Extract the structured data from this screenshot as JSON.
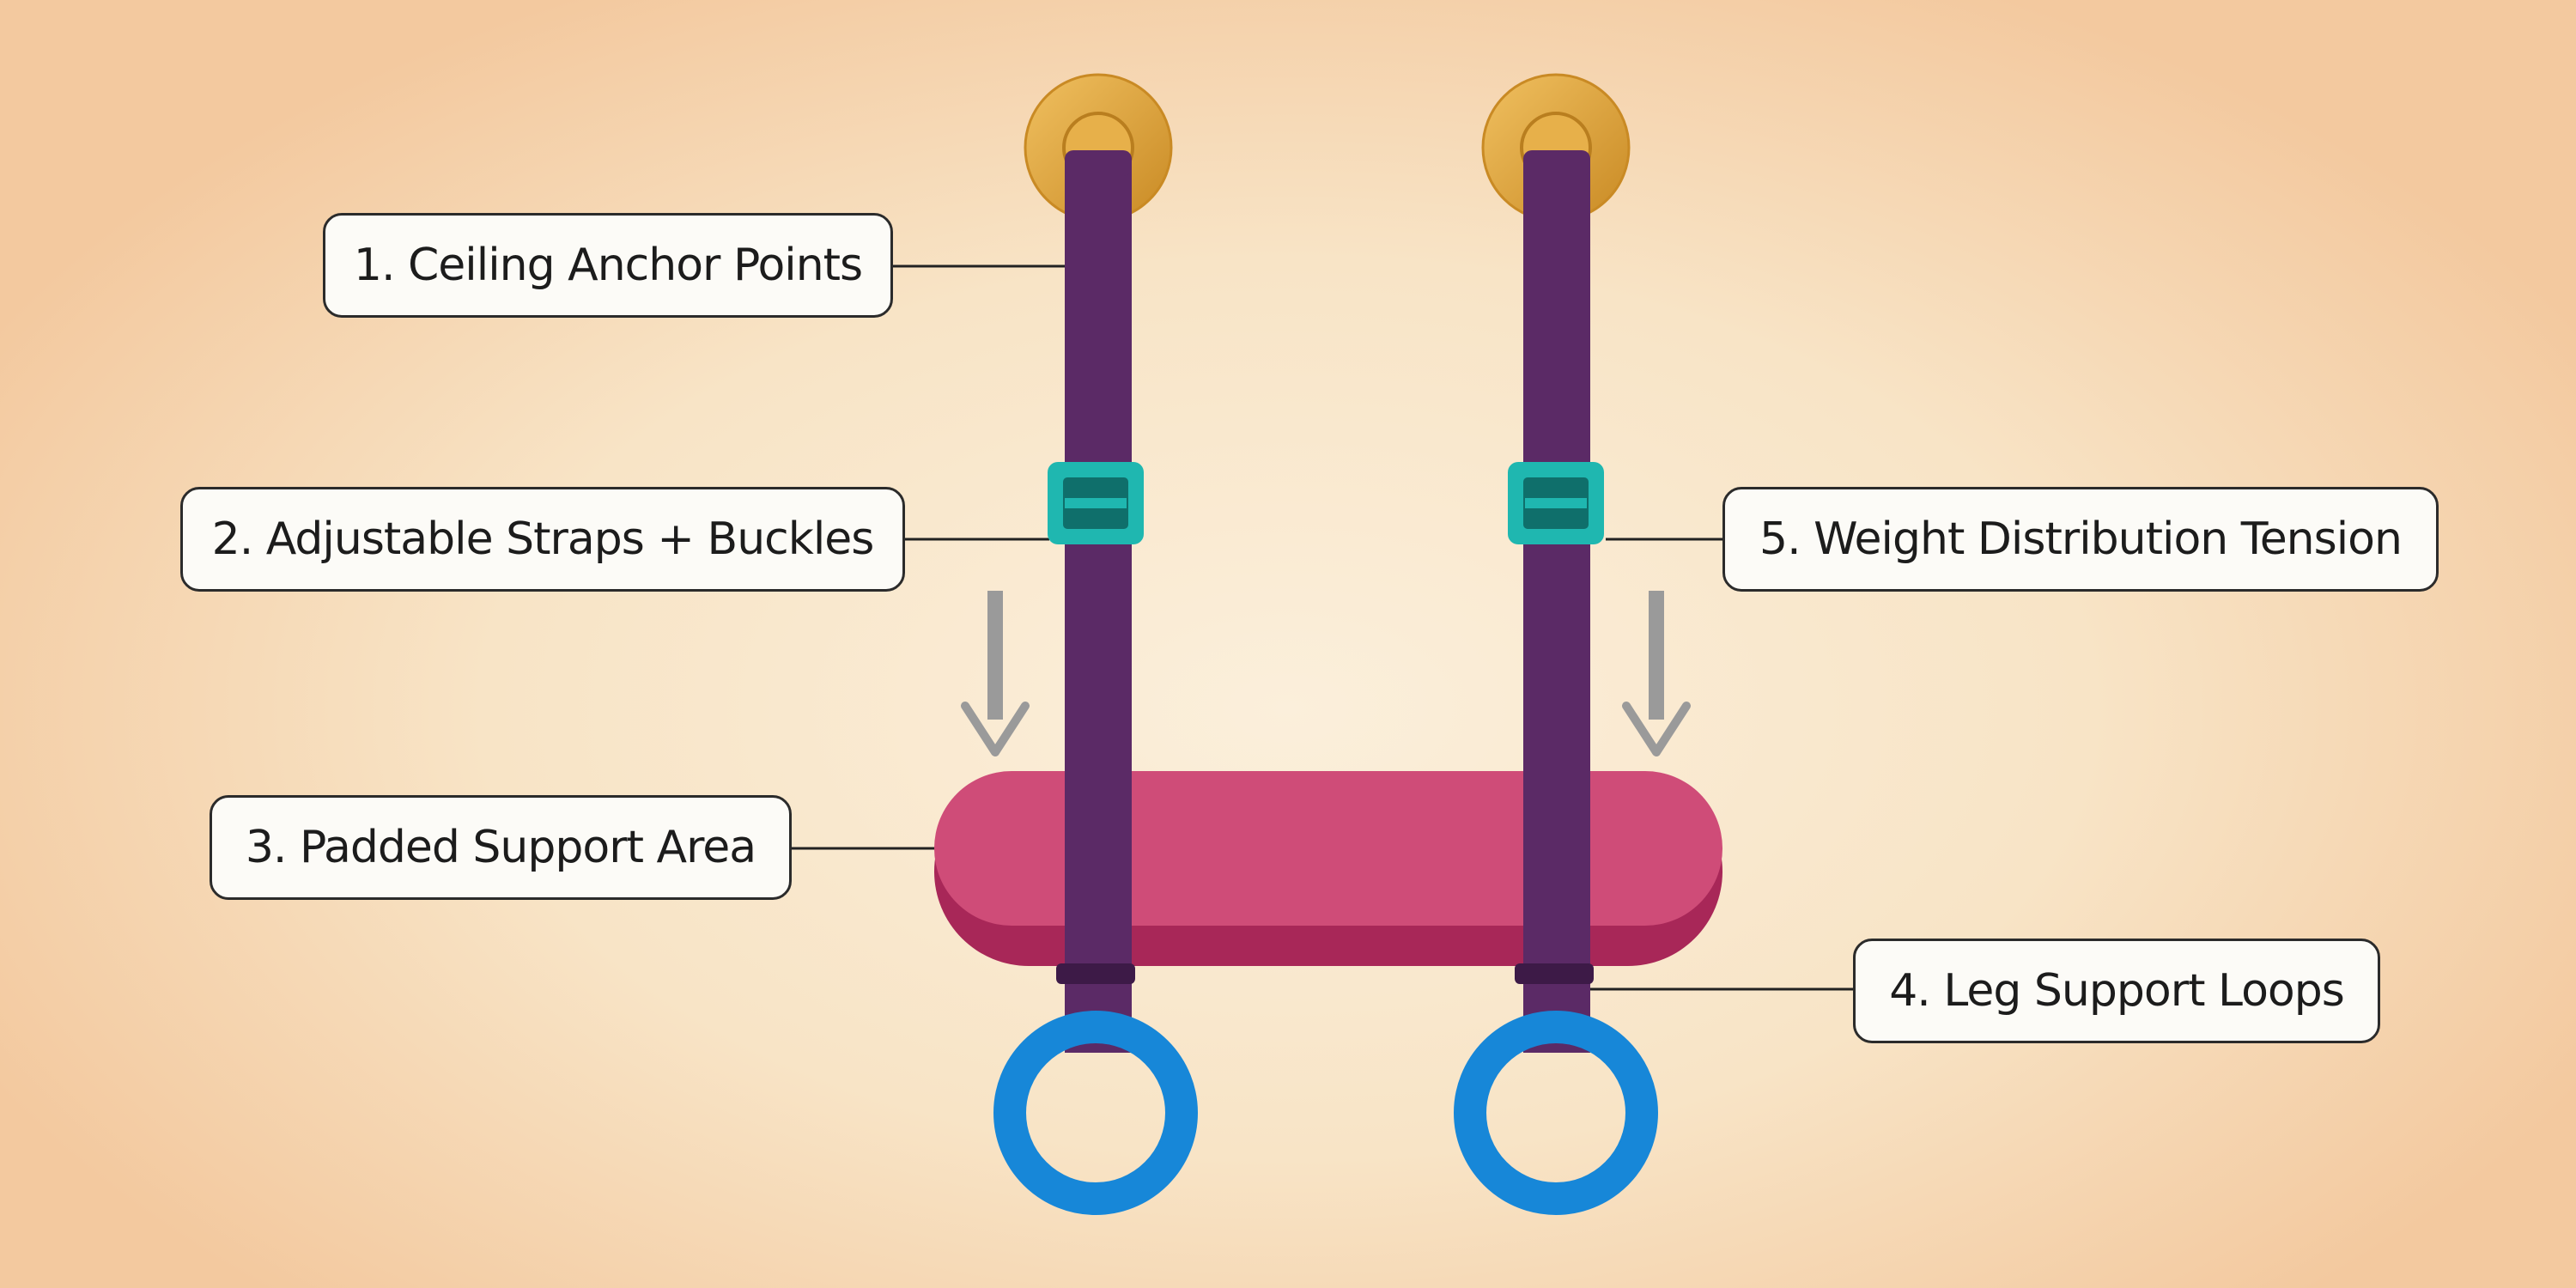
{
  "labels": {
    "ceiling_anchor_points": "1. Ceiling Anchor Points",
    "adjustable_straps_buckles": "2. Adjustable Straps + Buckles",
    "padded_support_area": "3. Padded Support Area",
    "leg_support_loops": "4. Leg Support Loops",
    "weight_distribution_tension": "5. Weight Distribution Tension"
  },
  "colors": {
    "strap": "#5b2a66",
    "anchor": "#e0a43c",
    "buckle": "#1fb7b0",
    "pad": "#cf4c78",
    "loop": "#1787d8",
    "arrow": "#9a9a9a",
    "leader_line": "#222222"
  },
  "icons": [
    "anchor-icon",
    "buckle-icon",
    "loop-icon",
    "down-arrow-icon"
  ]
}
